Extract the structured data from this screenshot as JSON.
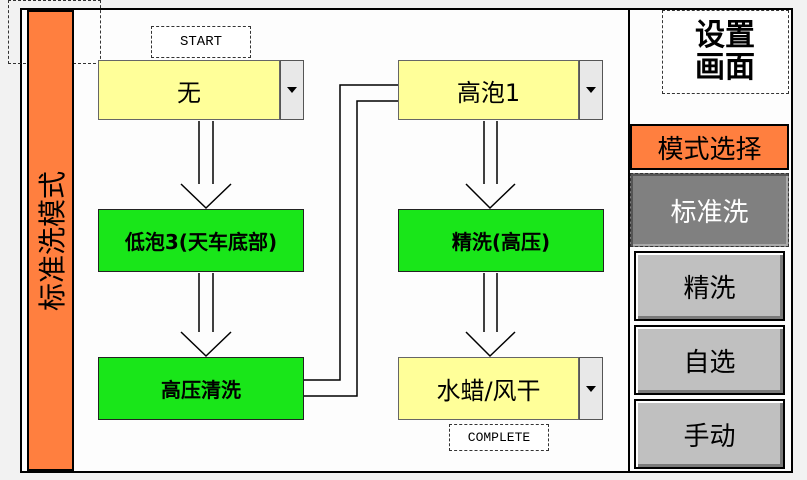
{
  "left_panel": {
    "mode_label": "标准洗模式"
  },
  "flow": {
    "start_tag": "START",
    "complete_tag": "COMPLETE",
    "step1": {
      "value": "无"
    },
    "step2": {
      "label": "低泡3(天车底部)"
    },
    "step3": {
      "label": "高压清洗"
    },
    "step4": {
      "value": "高泡1"
    },
    "step5": {
      "label": "精洗(高压)"
    },
    "step6": {
      "value": "水蜡/风干"
    }
  },
  "right_panel": {
    "settings_button": "设置\n画面",
    "mode_title": "模式选择",
    "modes": [
      {
        "label": "标准洗",
        "active": true
      },
      {
        "label": "精洗",
        "active": false
      },
      {
        "label": "自选",
        "active": false
      },
      {
        "label": "手动",
        "active": false
      }
    ]
  },
  "colors": {
    "accent_orange": "#ff7f3f",
    "step_green": "#19e619",
    "select_yellow": "#ffff99",
    "active_mode_gray": "#808080",
    "mode_gray": "#c0c0c0"
  },
  "icons": {
    "dropdown": "chevron-down-icon",
    "flow_arrow": "down-arrow-icon"
  }
}
